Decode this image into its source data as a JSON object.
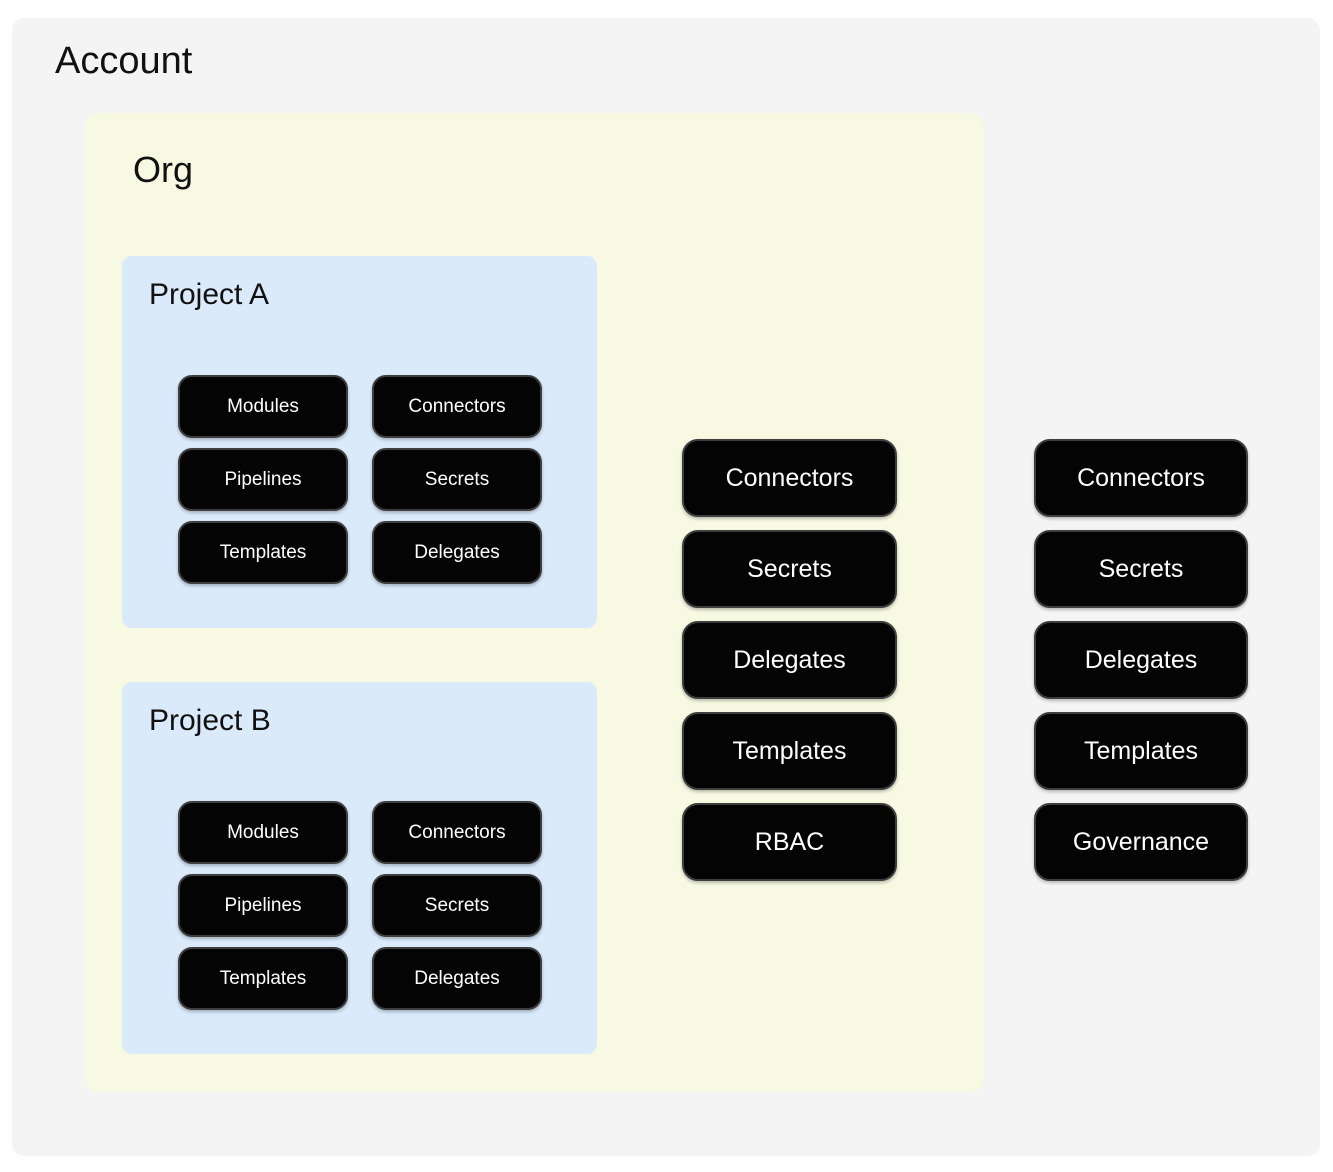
{
  "palette": {
    "page_bg": "#ffffff",
    "account_bg": "#f4f4f4",
    "org_bg": "#f7f9e3",
    "project_bg": "#daeafb",
    "pill_bg": "#040404",
    "pill_border": "#3e3e3e",
    "pill_text": "#ffffff",
    "title_text": "#111111"
  },
  "account": {
    "title": "Account",
    "pills": [
      "Connectors",
      "Secrets",
      "Delegates",
      "Templates",
      "Governance"
    ]
  },
  "org": {
    "title": "Org",
    "pills": [
      "Connectors",
      "Secrets",
      "Delegates",
      "Templates",
      "RBAC"
    ]
  },
  "projects": [
    {
      "title": "Project A",
      "pills": [
        "Modules",
        "Connectors",
        "Pipelines",
        "Secrets",
        "Templates",
        "Delegates"
      ]
    },
    {
      "title": "Project B",
      "pills": [
        "Modules",
        "Connectors",
        "Pipelines",
        "Secrets",
        "Templates",
        "Delegates"
      ]
    }
  ]
}
